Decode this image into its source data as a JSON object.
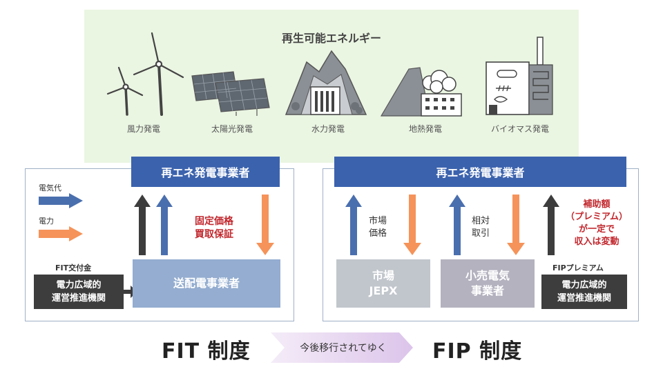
{
  "renewable": {
    "title": "再生可能エネルギー",
    "sources": [
      {
        "label": "風力発電",
        "icon": "wind-turbine-icon"
      },
      {
        "label": "太陽光発電",
        "icon": "solar-panel-icon"
      },
      {
        "label": "水力発電",
        "icon": "dam-icon"
      },
      {
        "label": "地熱発電",
        "icon": "geothermal-plant-icon"
      },
      {
        "label": "バイオマス発電",
        "icon": "biomass-plant-icon"
      }
    ]
  },
  "legend": {
    "money": "電気代",
    "power": "電力"
  },
  "fit": {
    "generator": "再エネ発電事業者",
    "guarantee_line1": "固定価格",
    "guarantee_line2": "買取保証",
    "subsidy_label": "FIT交付金",
    "organization_line1": "電力広域的",
    "organization_line2": "運営推進機関",
    "transmission": "送配電事業者",
    "title": "FIT 制度"
  },
  "fip": {
    "generator": "再エネ発電事業者",
    "market_price_line1": "市場",
    "market_price_line2": "価格",
    "bilateral_line1": "相対",
    "bilateral_line2": "取引",
    "premium_line1": "補助額",
    "premium_line2": "（プレミアム）",
    "premium_line3": "が一定で",
    "premium_line4": "収入は変動",
    "market_line1": "市場",
    "market_line2": "JEPX",
    "retailer_line1": "小売電気",
    "retailer_line2": "事業者",
    "premium_label": "FIPプレミアム",
    "organization_line1": "電力広域的",
    "organization_line2": "運営推進機関",
    "title": "FIP 制度"
  },
  "transition": "今後移行されてゆく",
  "colors": {
    "navy": "#3b62ad",
    "money_arrow": "#4a6fae",
    "power_arrow": "#f5935a",
    "dark": "#3d3d3d",
    "red": "#c1272d",
    "green_bg": "#eaf5e2"
  }
}
